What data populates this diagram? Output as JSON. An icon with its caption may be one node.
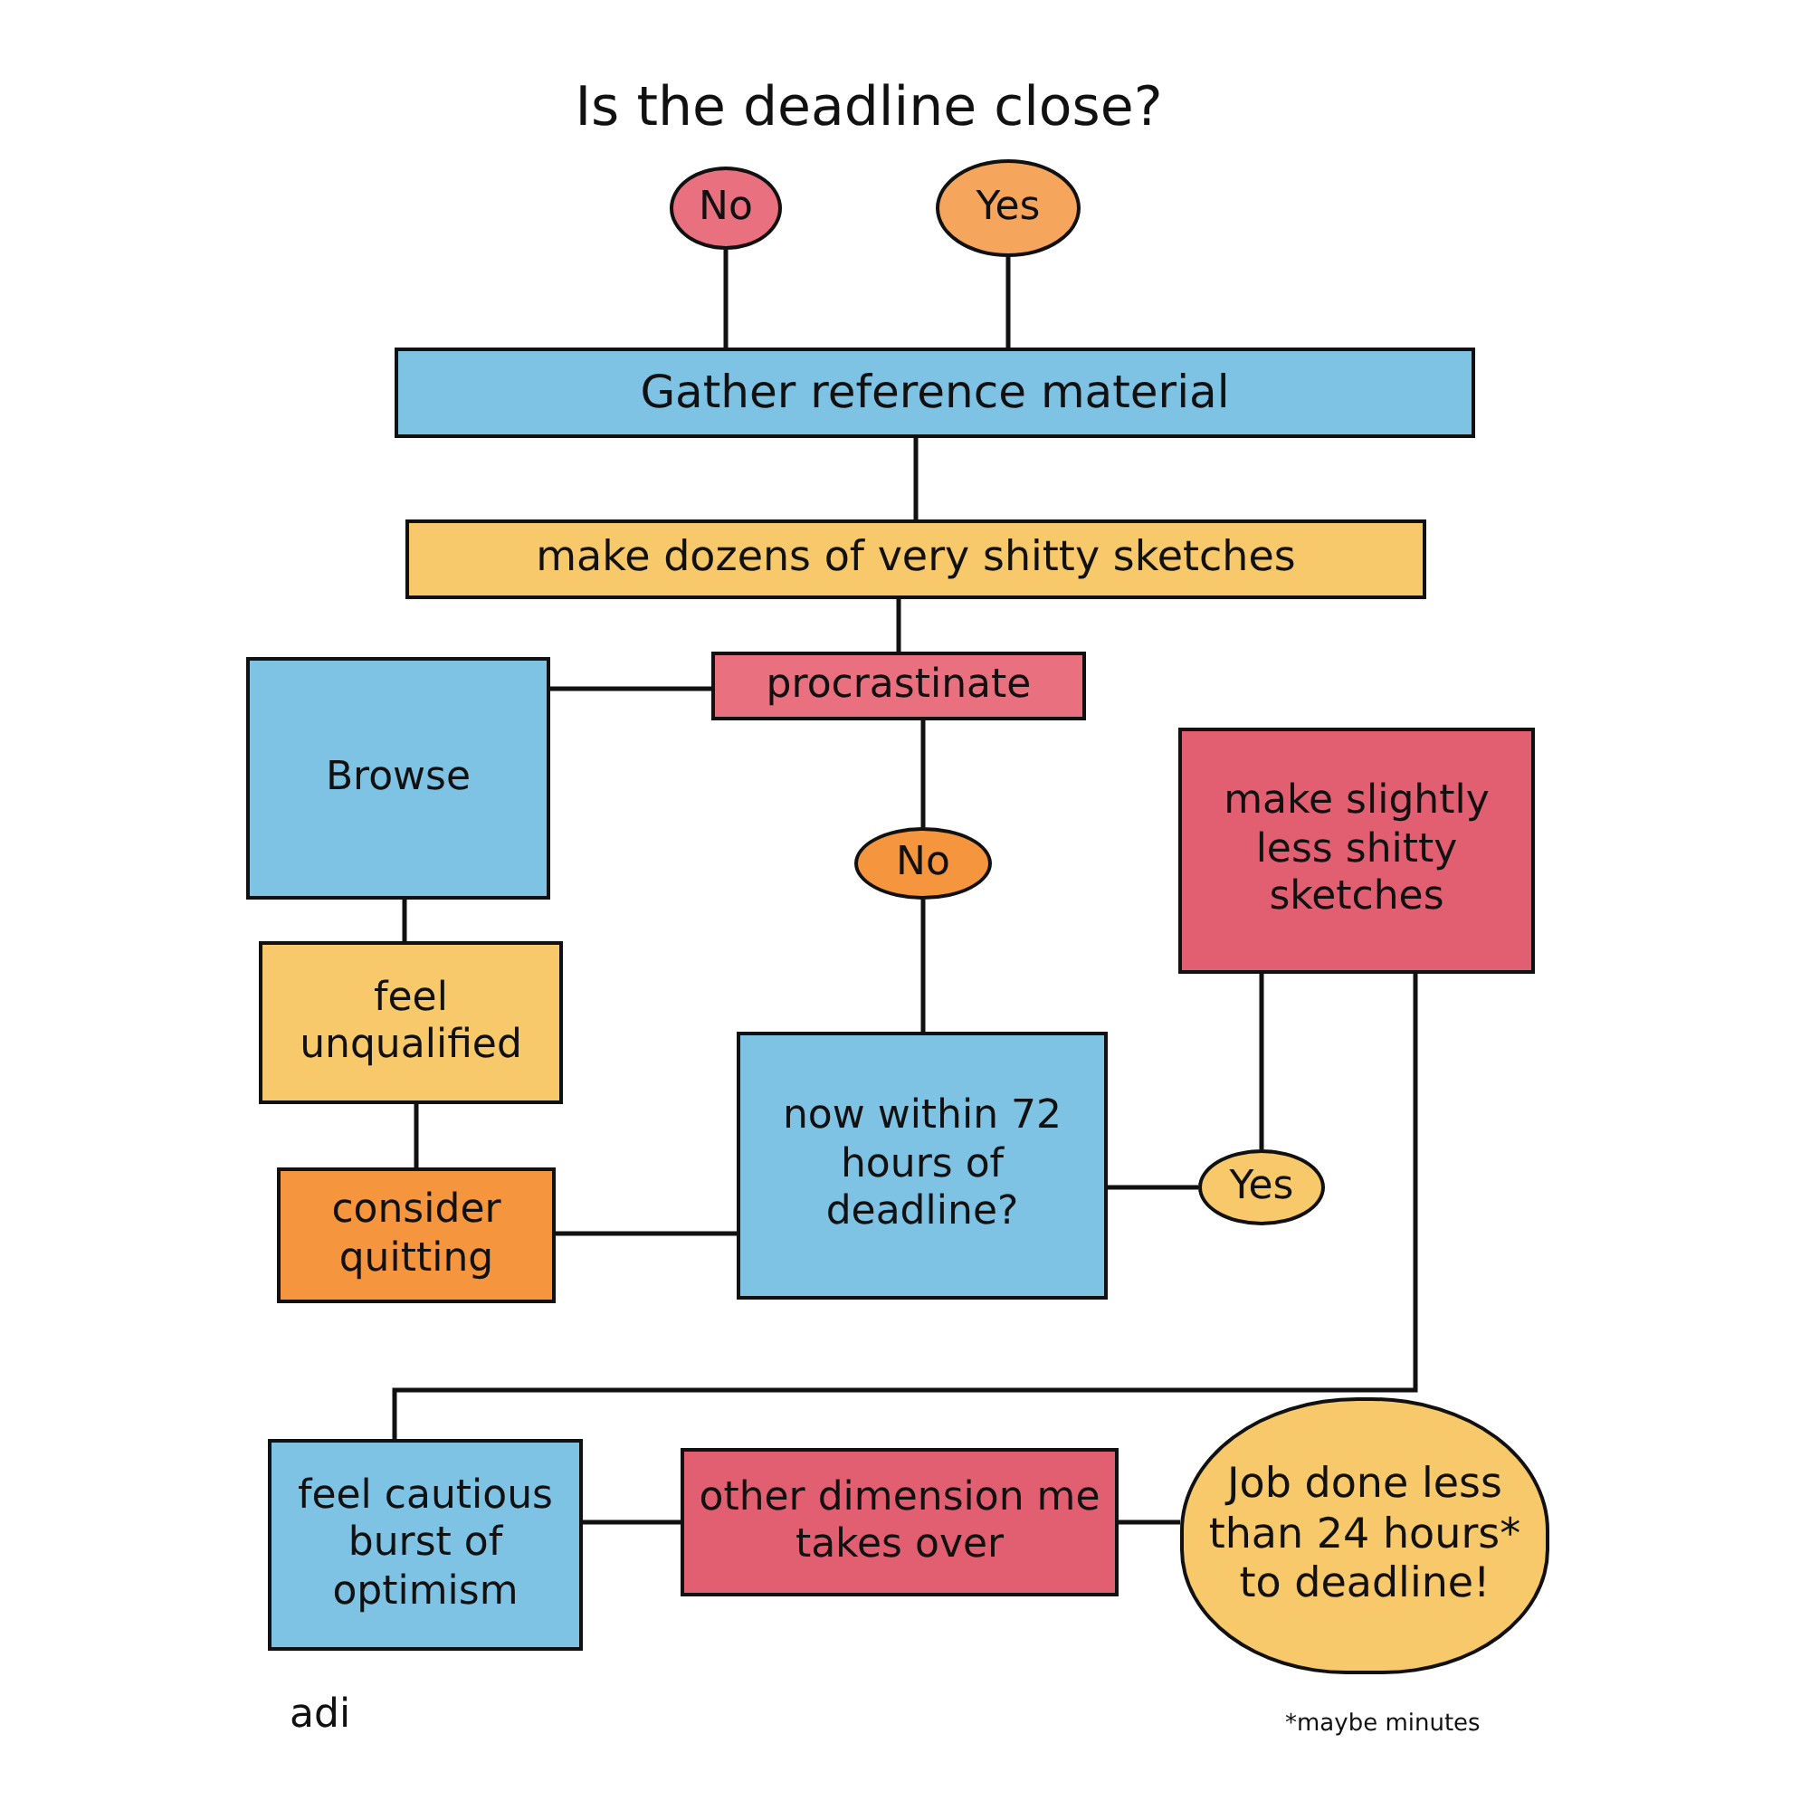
{
  "diagram": {
    "title": "Is the deadline close?",
    "nodes": [
      {
        "text": [
          "No"
        ]
      },
      {
        "text": [
          "Yes"
        ]
      },
      {
        "text": [
          "Gather reference material"
        ]
      },
      {
        "text": [
          "make dozens of very shitty sketches"
        ]
      },
      {
        "text": [
          "procrastinate"
        ]
      },
      {
        "text": [
          "Browse"
        ]
      },
      {
        "text": [
          "No"
        ]
      },
      {
        "text": [
          "make slightly less shitty sketches"
        ]
      },
      {
        "text": [
          "feel unqualified"
        ]
      },
      {
        "text": [
          "now within 72 hours of deadline?"
        ]
      },
      {
        "text": [
          "Yes"
        ]
      },
      {
        "text": [
          "consider quitting"
        ]
      },
      {
        "text": [
          "feel cautious burst of optimism"
        ]
      },
      {
        "text": [
          "other dimension me takes over"
        ]
      },
      {
        "text": [
          "Job done less than 24 hours* to deadline!"
        ]
      }
    ],
    "edges": [
      {
        "from": 0,
        "to": 2,
        "arrow": "none"
      },
      {
        "from": 1,
        "to": 2,
        "arrow": "none"
      },
      {
        "from": 2,
        "to": 3,
        "arrow": "none"
      },
      {
        "from": 3,
        "to": 4,
        "arrow": "none"
      },
      {
        "from": 4,
        "to": 5,
        "arrow": "none"
      },
      {
        "from": 4,
        "to": 6,
        "arrow": "none"
      },
      {
        "from": 5,
        "to": 8,
        "arrow": "none"
      },
      {
        "from": 8,
        "to": 11,
        "arrow": "none"
      },
      {
        "from": 11,
        "to": 9,
        "arrow": "none"
      },
      {
        "from": 6,
        "to": 9,
        "arrow": "none"
      },
      {
        "from": 9,
        "to": 10,
        "arrow": "none"
      },
      {
        "from": 10,
        "to": 7,
        "arrow": "none"
      },
      {
        "from": 7,
        "to": 12,
        "arrow": "none"
      },
      {
        "from": 12,
        "to": 13,
        "arrow": "none"
      },
      {
        "from": 13,
        "to": 14,
        "arrow": "none"
      }
    ],
    "labels": [
      "adi",
      "*maybe minutes"
    ]
  }
}
